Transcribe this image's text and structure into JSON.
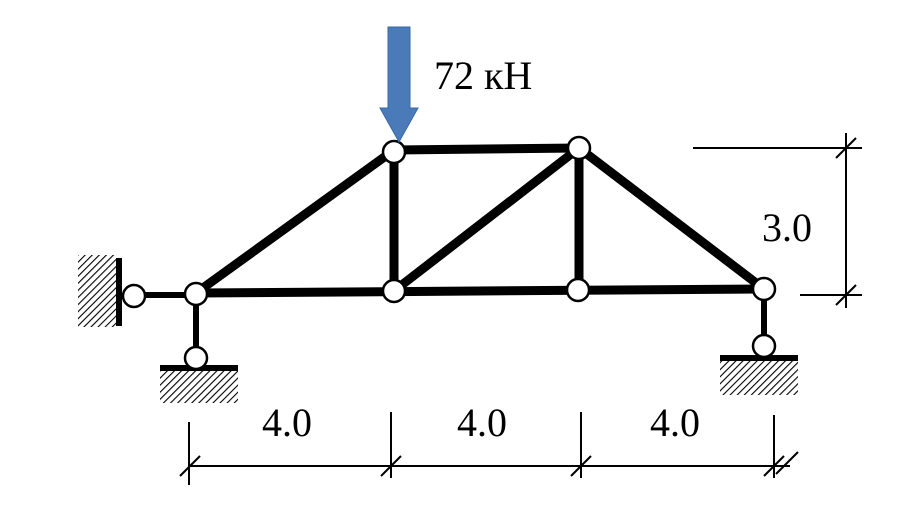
{
  "load": {
    "label": "72 кН",
    "color": "#4a7ab8"
  },
  "dimensions": {
    "height": "3.0",
    "spans": [
      "4.0",
      "4.0",
      "4.0"
    ]
  }
}
